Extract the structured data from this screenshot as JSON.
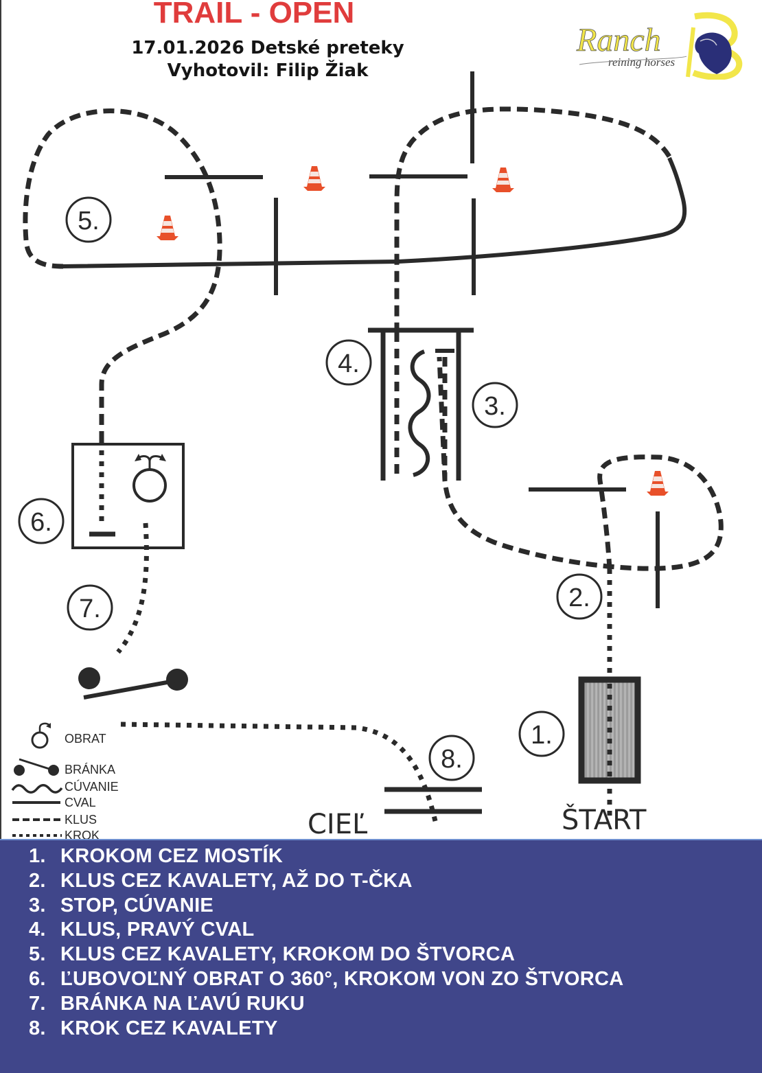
{
  "header": {
    "title": "TRAIL - OPEN",
    "subtitle_line1": "17.01.2026 Detské preteky",
    "subtitle_line2": "Vyhotovil: Filip Žiak"
  },
  "logo": {
    "brand": "Ranch",
    "tagline": "reining horses",
    "number": "13",
    "colors": {
      "yellow": "#f2e64a",
      "navy": "#2a2f78"
    }
  },
  "course": {
    "obstacle_markers": [
      "1.",
      "2.",
      "3.",
      "4.",
      "5.",
      "6.",
      "7.",
      "8."
    ],
    "start_label": "ŠTART",
    "finish_label": "CIEĽ",
    "cone_color": "#e8502a"
  },
  "legend": {
    "items": [
      {
        "icon": "turn-icon",
        "label": "OBRAT"
      },
      {
        "icon": "gate-icon",
        "label": "BRÁNKA"
      },
      {
        "icon": "backup-wave-icon",
        "label": "CÚVANIE"
      },
      {
        "icon": "solid-line-icon",
        "label": "CVAL"
      },
      {
        "icon": "dashed-line-icon",
        "label": "KLUS"
      },
      {
        "icon": "dotted-line-icon",
        "label": "KROK"
      }
    ]
  },
  "instructions": {
    "background": "#40468a",
    "items": [
      {
        "num": "1.",
        "text": "KROKOM CEZ MOSTÍK"
      },
      {
        "num": "2.",
        "text": "KLUS CEZ KAVALETY, AŽ DO T-ČKA"
      },
      {
        "num": "3.",
        "text": "STOP, CÚVANIE"
      },
      {
        "num": "4.",
        "text": "KLUS, PRAVÝ CVAL"
      },
      {
        "num": "5.",
        "text": "KLUS CEZ KAVALETY, KROKOM DO ŠTVORCA"
      },
      {
        "num": "6.",
        "text": "ĽUBOVOĽNÝ OBRAT O 360°, KROKOM VON ZO ŠTVORCA"
      },
      {
        "num": "7.",
        "text": "BRÁNKA NA ĽAVÚ RUKU"
      },
      {
        "num": "8.",
        "text": "KROK CEZ KAVALETY"
      }
    ]
  }
}
